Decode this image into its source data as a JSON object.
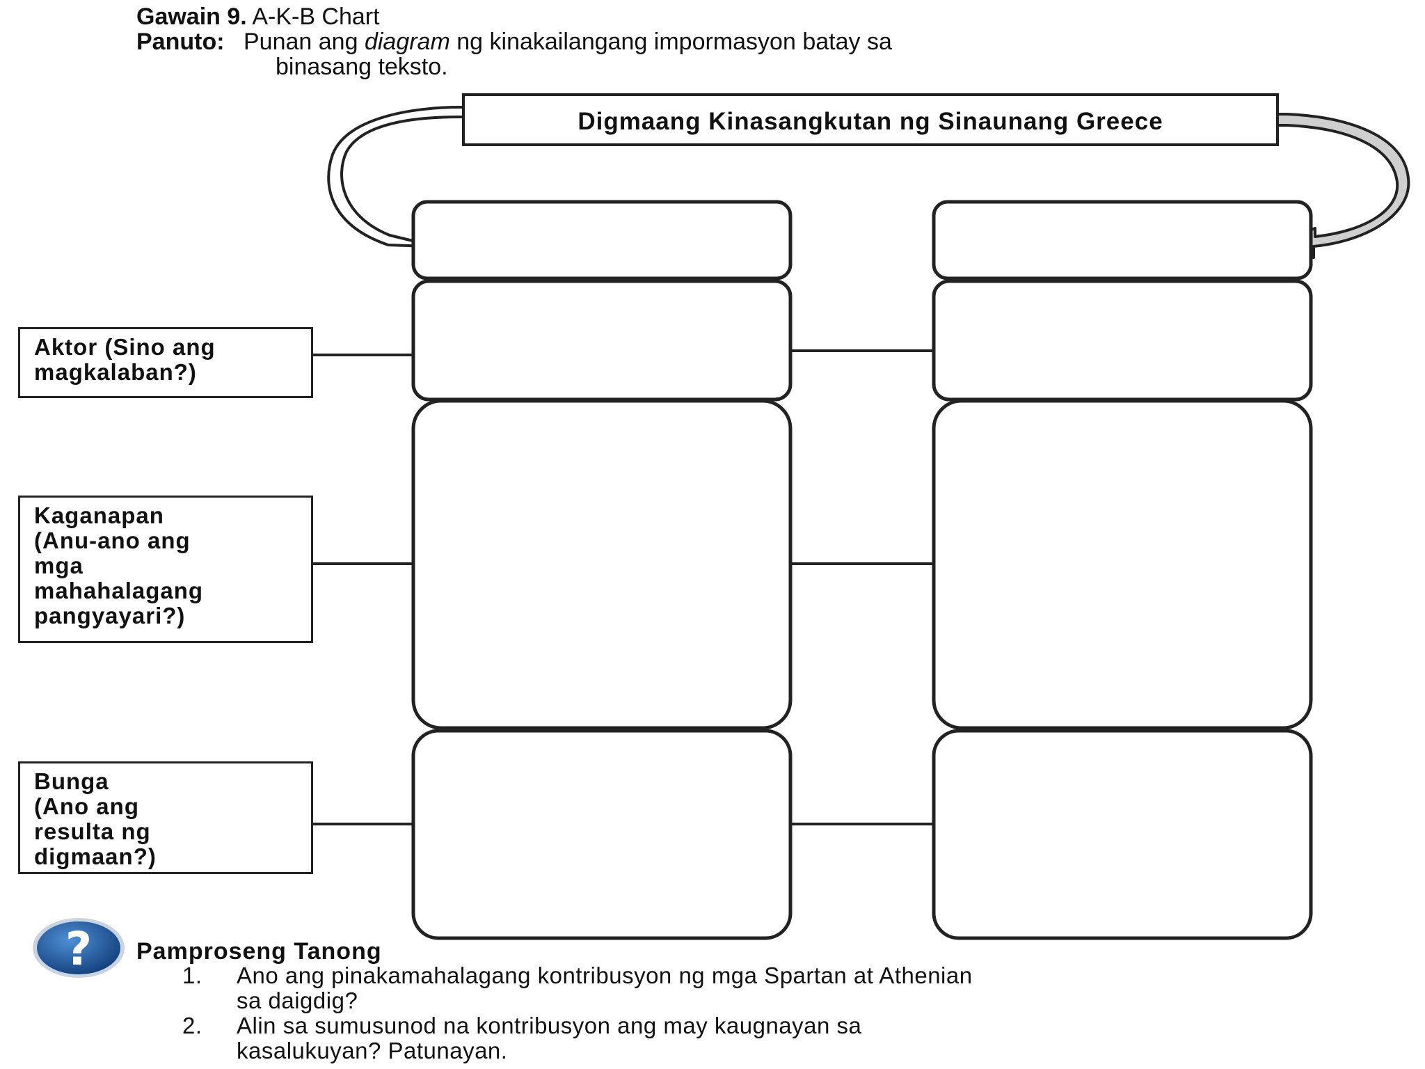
{
  "header": {
    "activity_label": "Gawain 9.",
    "activity_title": "A-K-B Chart",
    "instruction_label": "Panuto:",
    "instruction_text_before": "Punan ang",
    "instruction_italic": "diagram",
    "instruction_text_after": "ng kinakailangang impormasyon batay sa",
    "instruction_line2": "binasang teksto."
  },
  "diagram": {
    "title": "Digmaang Kinasangkutan ng Sinaunang Greece",
    "row_labels": {
      "aktor": [
        "Aktor (Sino ang",
        "magkalaban?)"
      ],
      "kaganapan": [
        "Kaganapan",
        "(Anu-ano ang",
        "mga",
        "mahahalagang",
        "pangyayari?)"
      ],
      "bunga": [
        "Bunga",
        "(Ano ang",
        "resulta ng",
        "digmaan?)"
      ]
    }
  },
  "questions": {
    "title": "Pamproseng Tanong",
    "icon": "question-mark-icon",
    "items": [
      {
        "number": "1.",
        "line1": "Ano ang pinakamahalagang kontribusyon ng mga Spartan at Athenian",
        "line2": "sa daigdig?"
      },
      {
        "number": "2.",
        "line1": "Alin sa sumusunod na kontribusyon ang may kaugnayan sa",
        "line2": "kasalukuyan? Patunayan."
      }
    ]
  },
  "colors": {
    "line": "#222222",
    "arrow_fill": "#cfcfcf",
    "icon_blue": "#1f5fa8"
  }
}
